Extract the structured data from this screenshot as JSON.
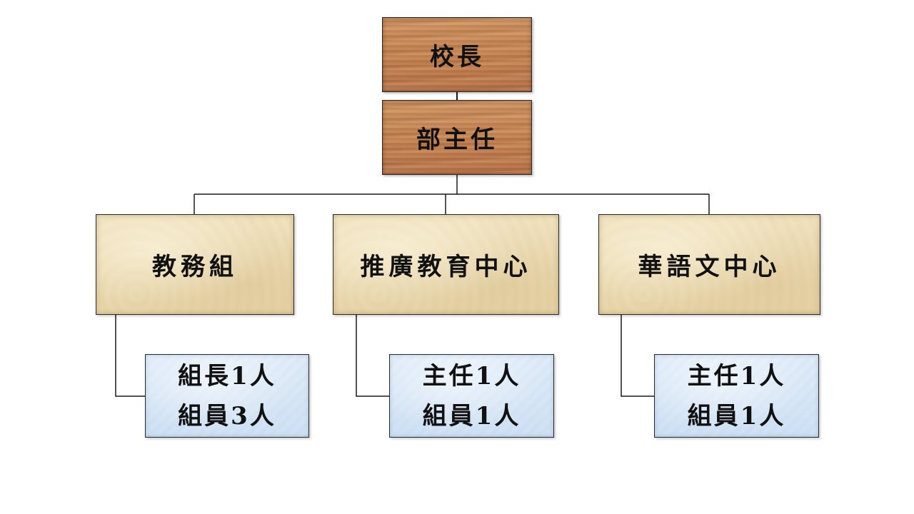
{
  "org_chart": {
    "principal": "校長",
    "director": "部主任",
    "departments": [
      {
        "name": "教務組",
        "staff": [
          "組長1人",
          "組員3人"
        ]
      },
      {
        "name": "推廣教育中心",
        "staff": [
          "主任1人",
          "組員1人"
        ]
      },
      {
        "name": "華語文中心",
        "staff": [
          "主任1人",
          "組員1人"
        ]
      }
    ]
  },
  "colors": {
    "wood_box": "#c98a57",
    "parchment_box": "#ecdcb5",
    "staff_box": "#d6e6f6",
    "connector_line": "#1a1a1a"
  }
}
